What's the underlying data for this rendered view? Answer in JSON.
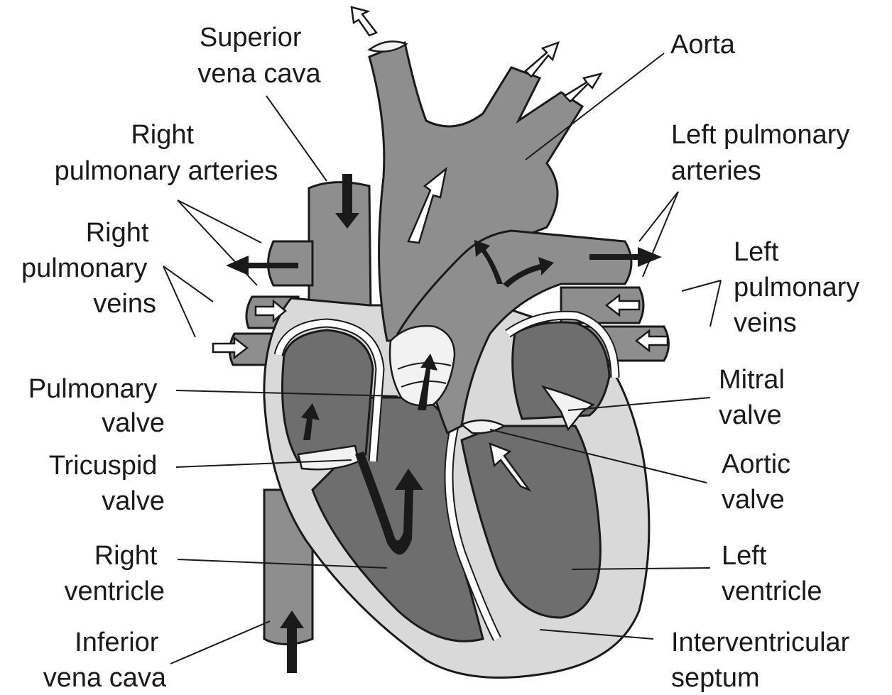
{
  "colors": {
    "vessel": "#8e8e8e",
    "chamber": "#6e6e6e",
    "muscle_wall": "#d9d9d9",
    "valve": "#f2f2f2",
    "ink": "#1a1a1a",
    "background": "#ffffff"
  },
  "labels": {
    "superior_vena_cava": [
      "Superior",
      "vena cava"
    ],
    "aorta": [
      "Aorta"
    ],
    "right_pulmonary_arteries": [
      "Right",
      "pulmonary arteries"
    ],
    "left_pulmonary_arteries": [
      "Left pulmonary",
      "arteries"
    ],
    "right_pulmonary_veins": [
      "Right",
      "pulmonary",
      "veins"
    ],
    "left_pulmonary_veins": [
      "Left",
      "pulmonary",
      "veins"
    ],
    "pulmonary_valve": [
      "Pulmonary",
      "valve"
    ],
    "mitral_valve": [
      "Mitral",
      "valve"
    ],
    "tricuspid_valve": [
      "Tricuspid",
      "valve"
    ],
    "aortic_valve": [
      "Aortic",
      "valve"
    ],
    "right_ventricle": [
      "Right",
      "ventricle"
    ],
    "left_ventricle": [
      "Left",
      "ventricle"
    ],
    "inferior_vena_cava": [
      "Inferior",
      "vena cava"
    ],
    "interventricular_septum": [
      "Interventricular",
      "septum"
    ]
  }
}
